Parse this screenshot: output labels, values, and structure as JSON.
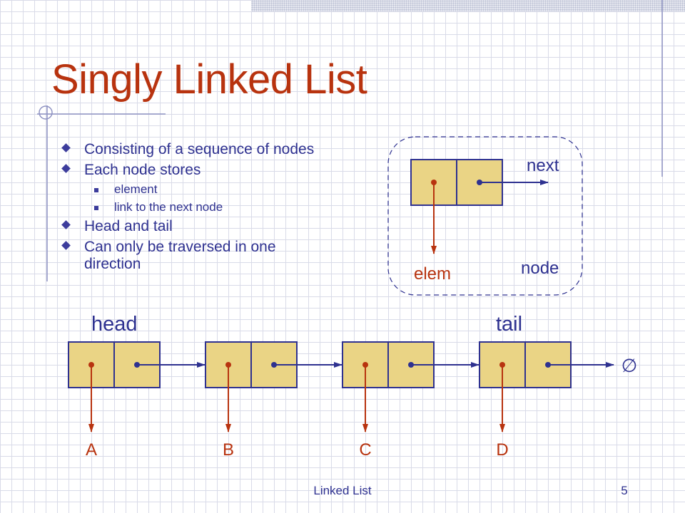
{
  "title": "Singly Linked List",
  "bullets": [
    {
      "text": "Consisting of a sequence of nodes",
      "level": 1
    },
    {
      "text": "Each node stores",
      "level": 1
    },
    {
      "text": "element",
      "level": 2
    },
    {
      "text": "link to the next node",
      "level": 2
    },
    {
      "text": "Head and tail",
      "level": 1
    },
    {
      "text": "Can only be traversed in one direction",
      "level": 1
    }
  ],
  "node_legend": {
    "next_label": "next",
    "elem_label": "elem",
    "node_label": "node"
  },
  "list": {
    "head_label": "head",
    "tail_label": "tail",
    "null_symbol": "∅",
    "elements": [
      "A",
      "B",
      "C",
      "D"
    ]
  },
  "footer": {
    "title": "Linked List",
    "page_number": "5"
  },
  "colors": {
    "title": "#b8330f",
    "text": "#2e3190",
    "node_fill": "#ead485",
    "node_border": "#2e3190",
    "element_arrow": "#b8330f",
    "link_arrow": "#2e3190"
  }
}
